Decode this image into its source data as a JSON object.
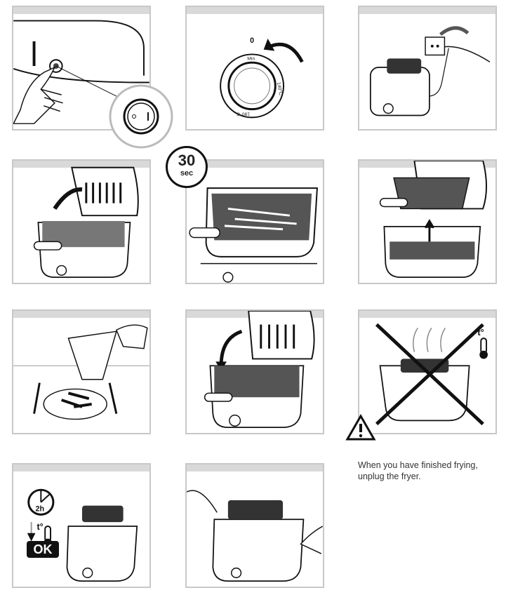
{
  "badge_30": {
    "value": "30",
    "unit": "sec"
  },
  "dial": {
    "zero": "0",
    "min": "Min",
    "mid": "140°C",
    "max": "190°C"
  },
  "clock": {
    "label": "2h"
  },
  "temp": {
    "symbol": "t°"
  },
  "ok": "OK",
  "note": "When you have finished frying, unplug the fryer.",
  "icons": [
    "power-button-icon",
    "dial-icon",
    "arrow-icon",
    "plug-icon",
    "warning-icon",
    "clock-icon",
    "thermometer-icon",
    "cross-icon"
  ]
}
